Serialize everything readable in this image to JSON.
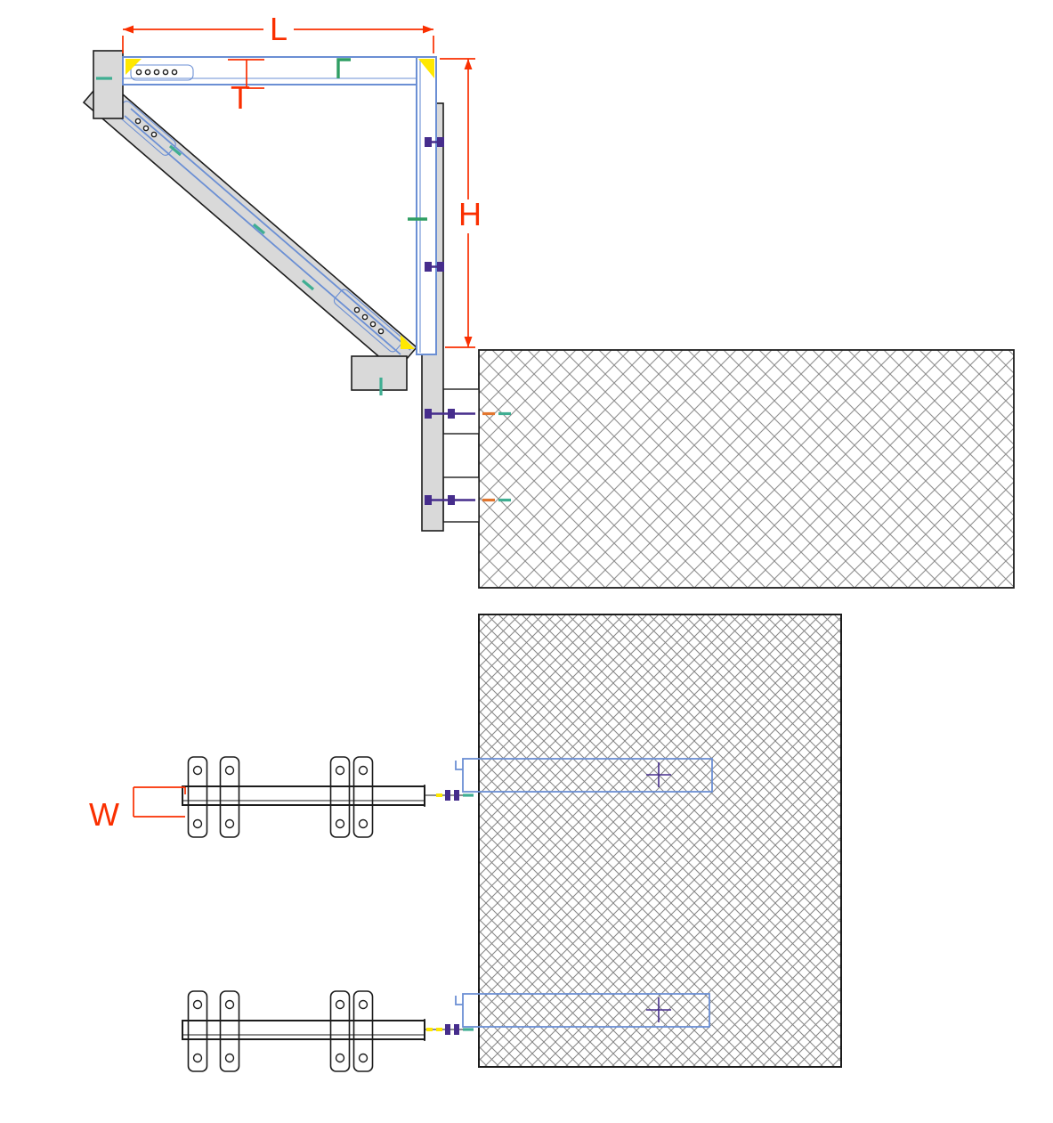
{
  "dimensions": {
    "L": "L",
    "T": "T",
    "H": "H",
    "W": "W"
  },
  "colors": {
    "dimension_red": "#fa2f00",
    "outline_blue": "#6b8fd4",
    "steel_fill": "#d9d9d9",
    "bolt_purple": "#462d8c",
    "weld_green": "#2f9e63",
    "mark_teal": "#3fae92",
    "weld_yellow": "#ffe800",
    "mark_orange": "#e2762f",
    "edge_ink": "#1c1c1c",
    "hatch_gray": "#8f8f8f",
    "background": "#ffffff"
  }
}
